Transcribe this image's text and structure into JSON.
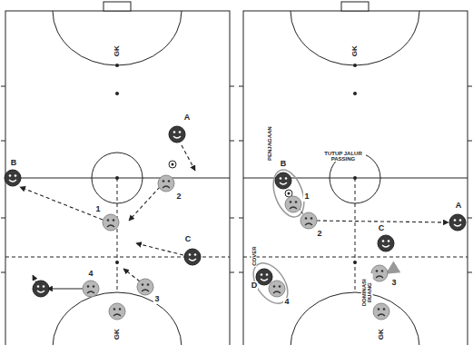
{
  "diagram": {
    "labels": [
      "GK",
      "A",
      "2",
      "B",
      "1",
      "C",
      "3",
      "4",
      "GK",
      "GK",
      "PENJAGAAN",
      "B",
      "1",
      "TUTUP JALUR PASSING",
      "2",
      "A",
      "C",
      "COVER",
      "D",
      "4",
      "DOMINASI RUANG",
      "3",
      "GK"
    ]
  }
}
